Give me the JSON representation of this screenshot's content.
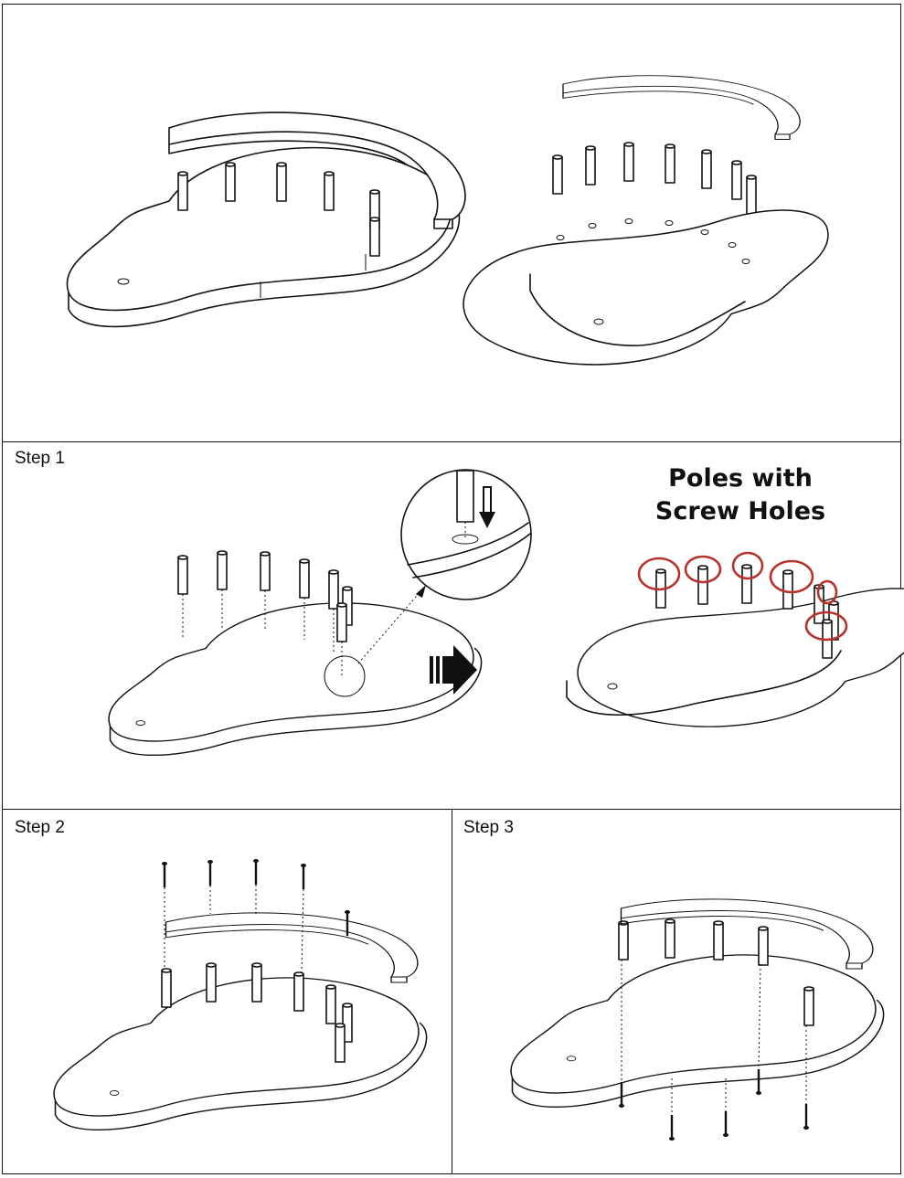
{
  "steps": {
    "step1": "Step 1",
    "step2": "Step 2",
    "step3": "Step 3"
  },
  "callout": {
    "line1": "Poles with",
    "line2": "Screw Holes"
  },
  "colors": {
    "line": "#111111",
    "highlight": "#b8322c",
    "background": "#ffffff"
  }
}
